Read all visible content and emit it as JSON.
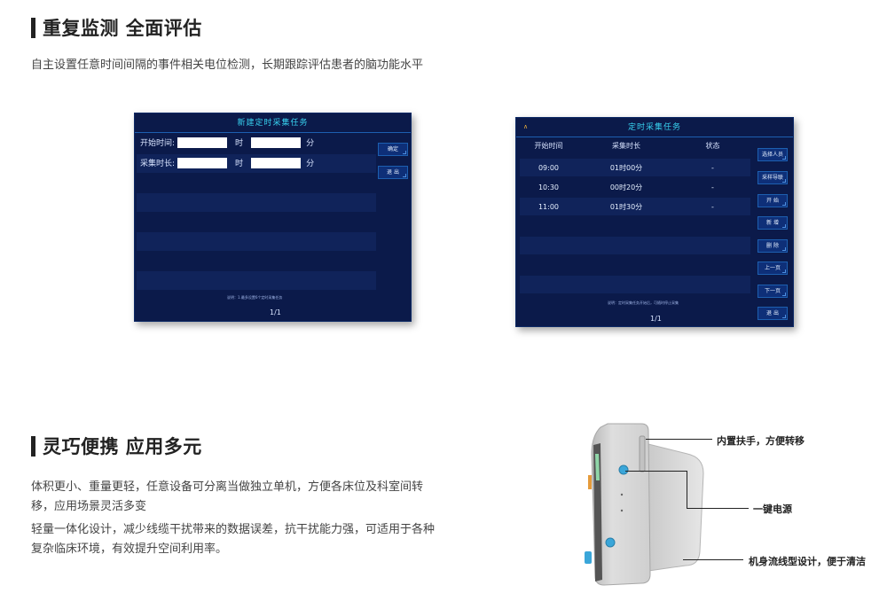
{
  "section1": {
    "title": "重复监测 全面评估",
    "desc": "自主设置任意时间间隔的事件相关电位检测，长期跟踪评估患者的脑功能水平"
  },
  "screen1": {
    "title": "新建定时采集任务",
    "start_label": "开始时间:",
    "duration_label": "采集时长:",
    "hour_unit": "时",
    "minute_unit": "分",
    "confirm_btn": "确定",
    "exit_btn": "退 出",
    "note": "说明：1.最多设置6个定时采集任务",
    "pager": "1/1"
  },
  "screen2": {
    "title": "定时采集任务",
    "back_icon": "back-arrow",
    "headers": [
      "开始时间",
      "采集时长",
      "状态"
    ],
    "rows": [
      {
        "start": "09:00",
        "duration": "01时00分",
        "status": "-"
      },
      {
        "start": "10:30",
        "duration": "00时20分",
        "status": "-"
      },
      {
        "start": "11:00",
        "duration": "01时30分",
        "status": "-"
      }
    ],
    "buttons": [
      "选择人员",
      "采样导联",
      "开 始",
      "新 增",
      "删 除",
      "上一页",
      "下一页",
      "退 出"
    ],
    "note": "说明：定时采集任务开始后，可随时停止采集",
    "pager": "1/1"
  },
  "section2": {
    "title": "灵巧便携 应用多元",
    "desc1": "体积更小、重量更轻，任意设备可分离当做独立单机，方便各床位及科室间转移，应用场景灵活多变",
    "desc2": "轻量一体化设计，减少线缆干扰带来的数据误差，抗干扰能力强，可适用于各种复杂临床环境，有效提升空间利用率。"
  },
  "device": {
    "callouts": [
      "内置扶手，方便转移",
      "一键电源",
      "机身流线型设计，便于清洁"
    ]
  },
  "colors": {
    "screen_bg": "#0b1a4a",
    "screen_accent": "#38d2f0",
    "button_bg": "#0e2f78"
  }
}
